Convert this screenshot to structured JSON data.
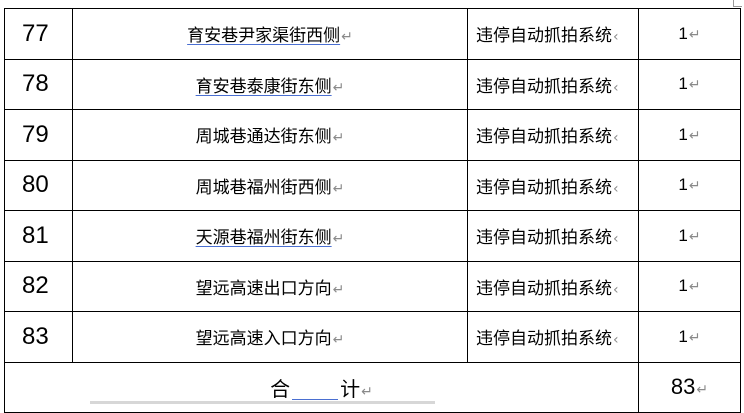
{
  "table": {
    "rows": [
      {
        "no": "77",
        "location": "育安巷尹家渠街西侧",
        "type": "违停自动抓拍系统",
        "qty": "1"
      },
      {
        "no": "78",
        "location": "育安巷泰康街东侧",
        "type": "违停自动抓拍系统",
        "qty": "1"
      },
      {
        "no": "79",
        "location": "周城巷通达街东侧",
        "type": "违停自动抓拍系统",
        "qty": "1"
      },
      {
        "no": "80",
        "location": "周城巷福州街西侧",
        "type": "违停自动抓拍系统",
        "qty": "1"
      },
      {
        "no": "81",
        "location": "天源巷福州街东侧",
        "type": "违停自动抓拍系统",
        "qty": "1"
      },
      {
        "no": "82",
        "location": "望远高速出口方向",
        "type": "违停自动抓拍系统",
        "qty": "1"
      },
      {
        "no": "83",
        "location": "望远高速入口方向",
        "type": "违停自动抓拍系统",
        "qty": "1"
      }
    ],
    "total": {
      "label_left": "合",
      "label_right": "计",
      "value": "83"
    },
    "para_mark": "↵"
  }
}
